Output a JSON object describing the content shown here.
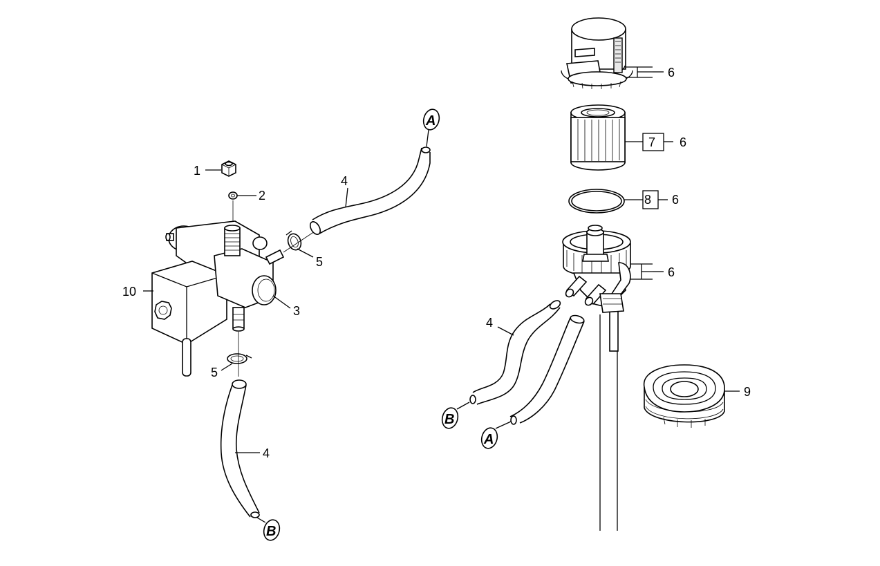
{
  "labels": {
    "l1": "1",
    "l2": "2",
    "l3": "3",
    "l4a": "4",
    "l4b": "4",
    "l4c": "4",
    "l5a": "5",
    "l5b": "5",
    "l6a": "6",
    "l6b": "6",
    "l6c": "6",
    "l6d": "6",
    "l7": "7",
    "l8": "8",
    "l9": "9",
    "l10": "10"
  },
  "connectors": {
    "a_top": "A",
    "b_bottom": "B",
    "b_right": "B",
    "a_right": "A"
  }
}
